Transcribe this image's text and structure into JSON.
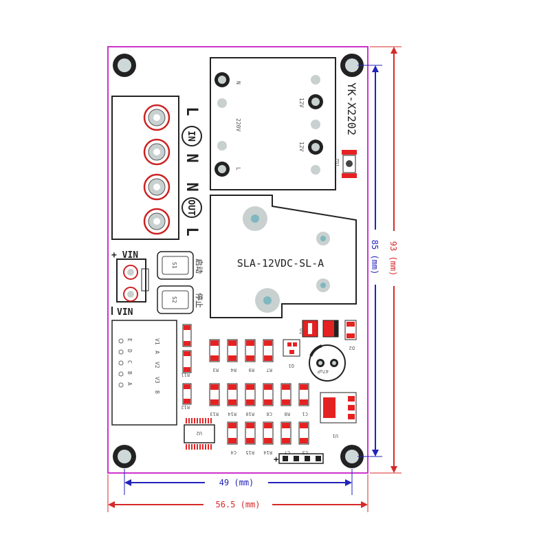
{
  "board": {
    "model": "YK-X2202",
    "relay_model": "SLA-12VDC-SL-A",
    "terminal_labels": [
      "L",
      "IN",
      "N",
      "N",
      "OUT",
      "L"
    ],
    "vin_plus": "+ VIN",
    "vin_minus": "VIN",
    "button_s1": "S1",
    "button_s2": "S2",
    "button_s1_cn": "启动",
    "button_s2_cn": "停止",
    "transformer_labels": [
      "N",
      "220V",
      "L",
      "12V",
      "12V"
    ],
    "header_plus": "+",
    "resistor_labels": [
      "R3",
      "R4",
      "R9",
      "R7",
      "R11",
      "R12",
      "R13",
      "R14",
      "R10",
      "C8",
      "R8",
      "C1",
      "C4",
      "R15",
      "R14",
      "C7",
      "C5"
    ],
    "other_labels": [
      "Q1",
      "D1",
      "D2",
      "U1",
      "U2",
      "ZD1",
      "47uF"
    ],
    "connector_pins": [
      "E",
      "D",
      "C",
      "B",
      "A"
    ],
    "connector_signals": [
      "V1",
      "A",
      "V2",
      "V3",
      "B"
    ]
  },
  "dimensions": {
    "width_outer": "56.5 (mm)",
    "width_holes": "49 (mm)",
    "height_holes": "85 (mm)",
    "height_outer": "93 (mm)"
  },
  "colors": {
    "board_outline": "#cc33cc",
    "dim_red": "#d62828",
    "dim_blue": "#2222bb",
    "pad_red": "#e52222",
    "dark": "#222222"
  }
}
